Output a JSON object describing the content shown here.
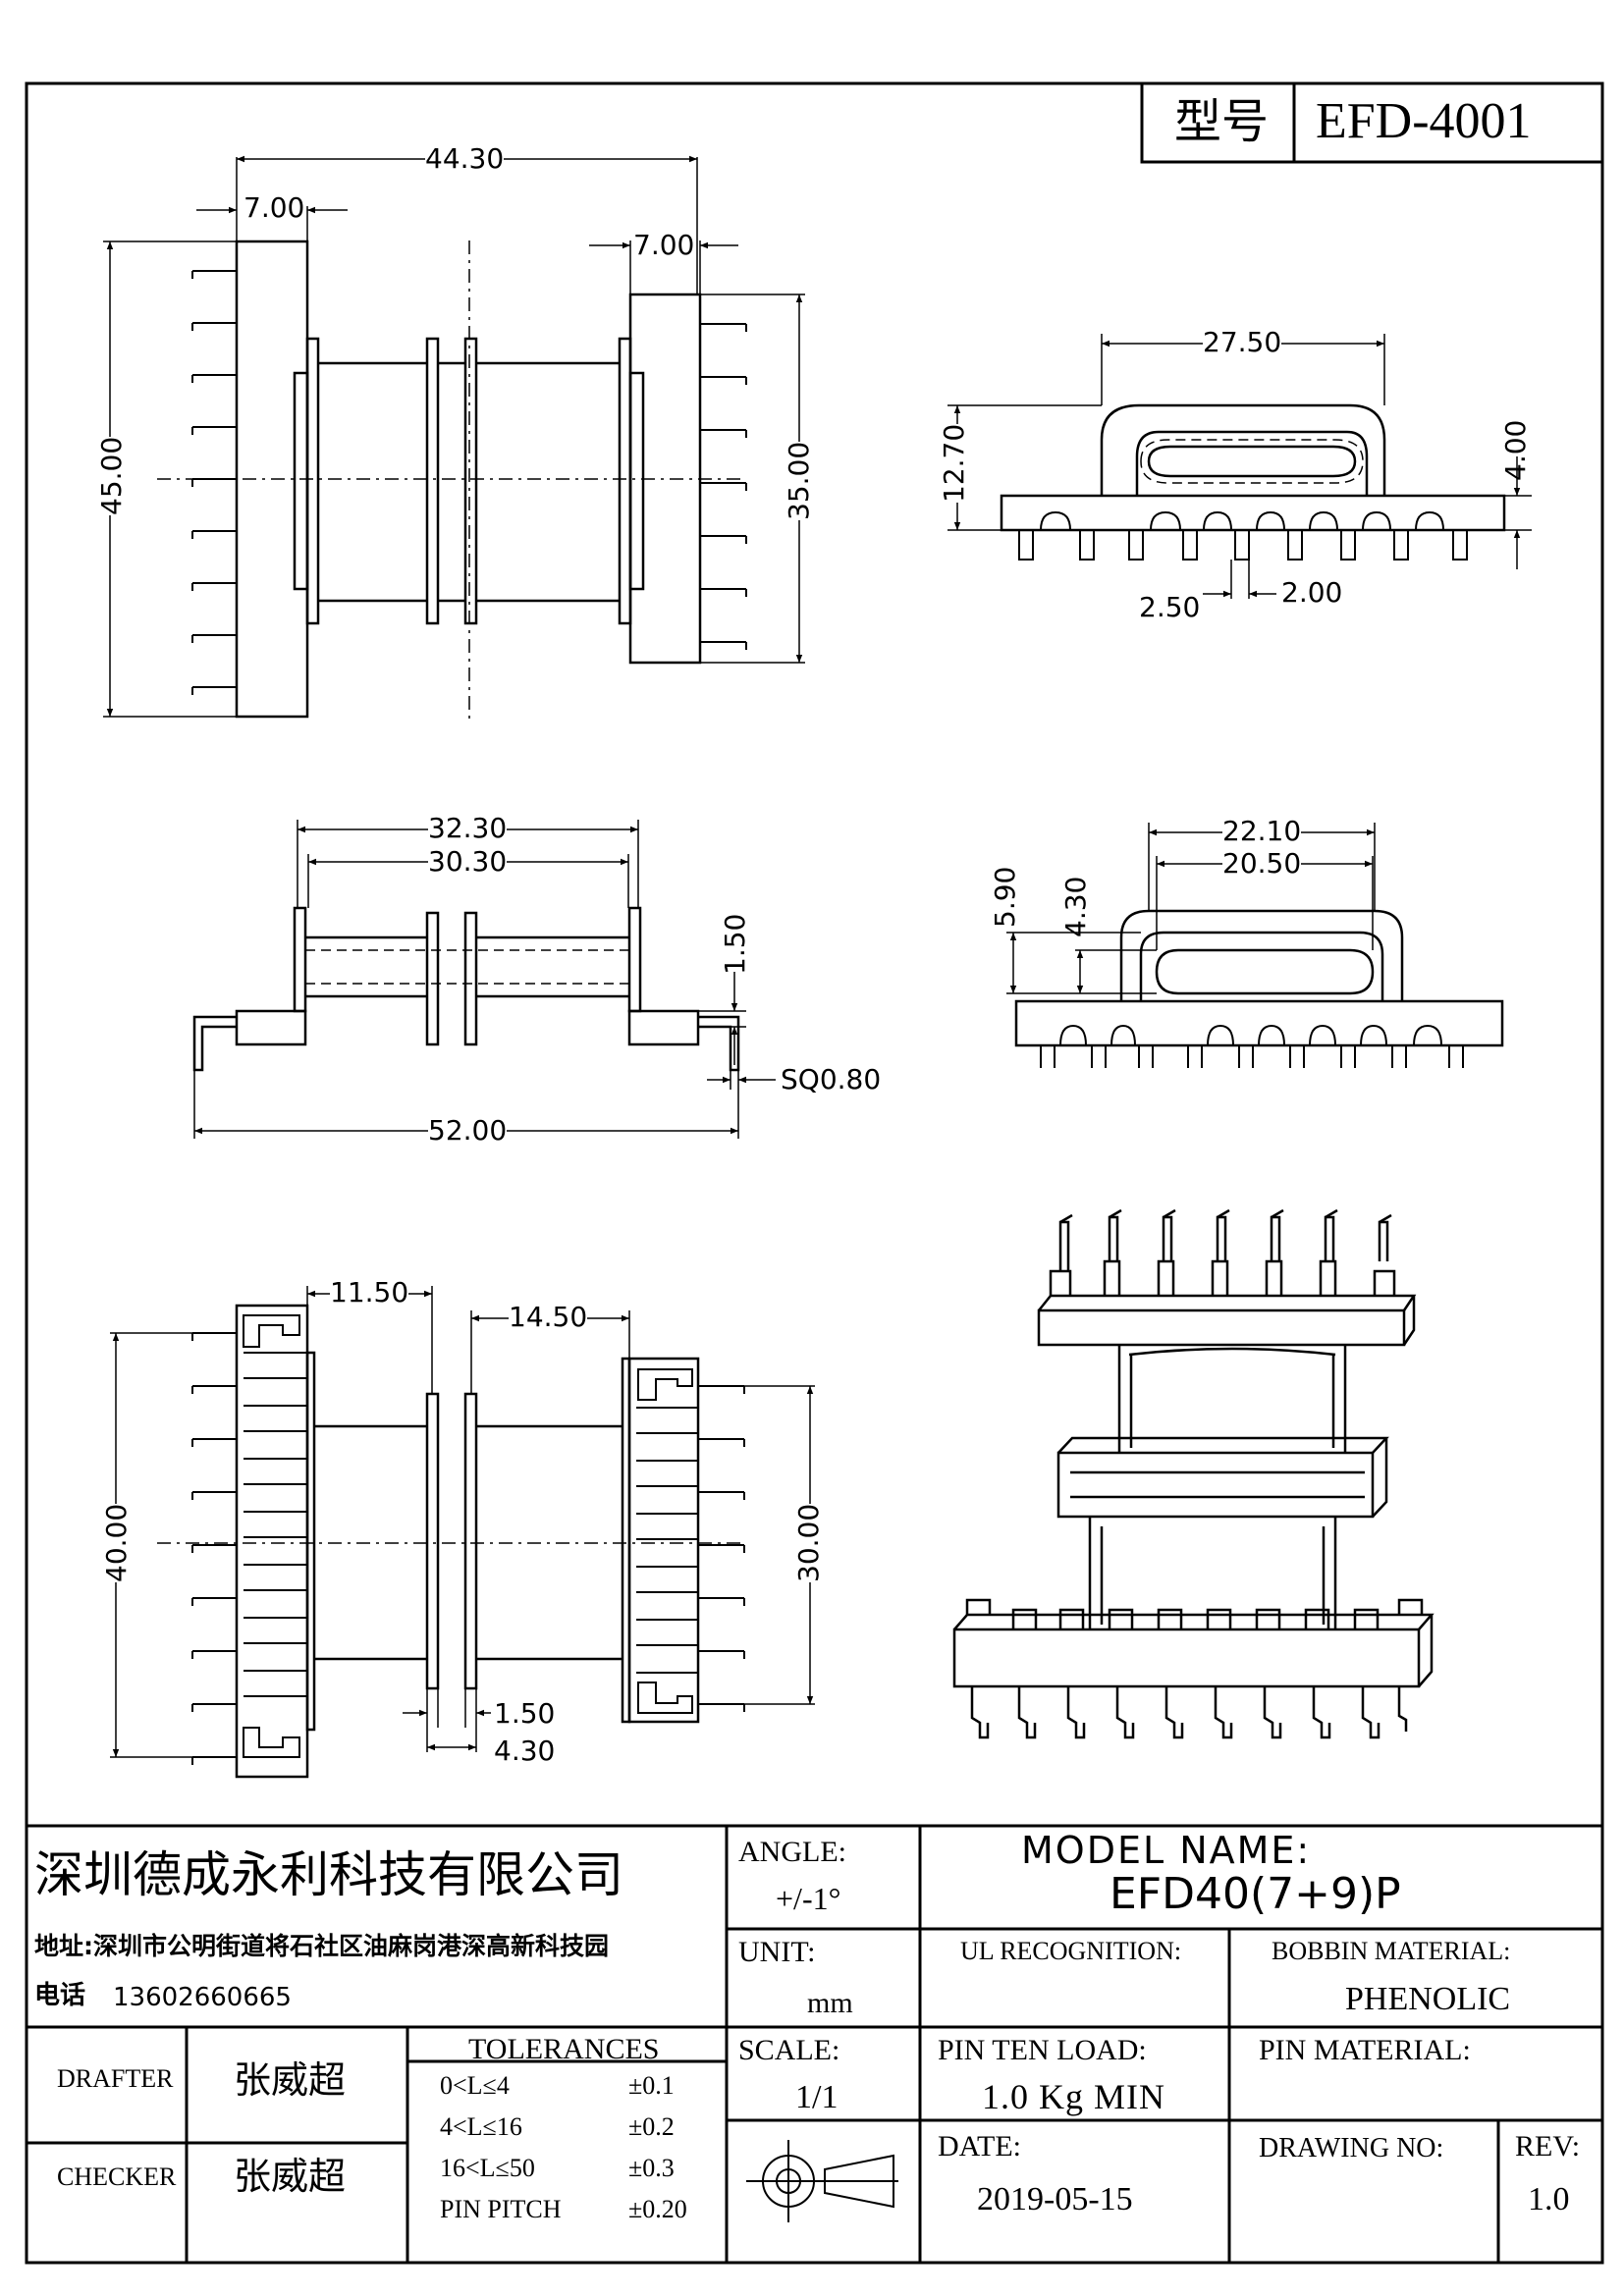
{
  "header": {
    "model_label": "型号",
    "model_value": "EFD-4001"
  },
  "dimensions": {
    "top_view": {
      "overall_width": "44.30",
      "flange_left": "7.00",
      "flange_right": "7.00",
      "height_left": "45.00",
      "height_right": "35.00"
    },
    "side_view_right": {
      "width": "27.50",
      "height": "12.70",
      "depth": "4.00",
      "pin_pitch": "2.50",
      "pin_width": "2.00"
    },
    "front_view": {
      "outer_width": "32.30",
      "inner_width": "30.30",
      "flange_thickness": "1.50",
      "pin_square": "SQ0.80",
      "overall_span": "52.00"
    },
    "end_view": {
      "outer_width": "22.10",
      "inner_width": "20.50",
      "outer_height": "5.90",
      "inner_height": "4.30"
    },
    "bottom_view": {
      "left_offset": "11.50",
      "right_offset": "14.50",
      "height_left": "40.00",
      "height_right": "30.00",
      "slot_gap": "1.50",
      "slot_width": "4.30"
    }
  },
  "title_block": {
    "company": "深圳德成永利科技有限公司",
    "address": "地址:深圳市公明街道将石社区油麻岗港深高新科技园",
    "phone_label": "电话",
    "phone": "13602660665",
    "angle_label": "ANGLE:",
    "angle_value": "+/-1°",
    "model_name_label": "MODEL NAME:",
    "model_name_value": "EFD40(7+9)P",
    "unit_label": "UNIT:",
    "unit_value": "mm",
    "ul_label": "UL RECOGNITION:",
    "bobbin_material_label": "BOBBIN MATERIAL:",
    "bobbin_material_value": "PHENOLIC",
    "drafter_label": "DRAFTER",
    "drafter_name": "张威超",
    "checker_label": "CHECKER",
    "checker_name": "张威超",
    "tolerances_label": "TOLERANCES",
    "tolerances": [
      {
        "range": "0<L≤4",
        "value": "±0.1"
      },
      {
        "range": "4<L≤16",
        "value": "±0.2"
      },
      {
        "range": "16<L≤50",
        "value": "±0.3"
      },
      {
        "range": "PIN PITCH",
        "value": "±0.20"
      }
    ],
    "scale_label": "SCALE:",
    "scale_value": "1/1",
    "pin_ten_load_label": "PIN TEN LOAD:",
    "pin_ten_load_value": "1.0 Kg MIN",
    "pin_material_label": "PIN MATERIAL:",
    "date_label": "DATE:",
    "date_value": "2019-05-15",
    "drawing_no_label": "DRAWING NO:",
    "rev_label": "REV:",
    "rev_value": "1.0"
  }
}
